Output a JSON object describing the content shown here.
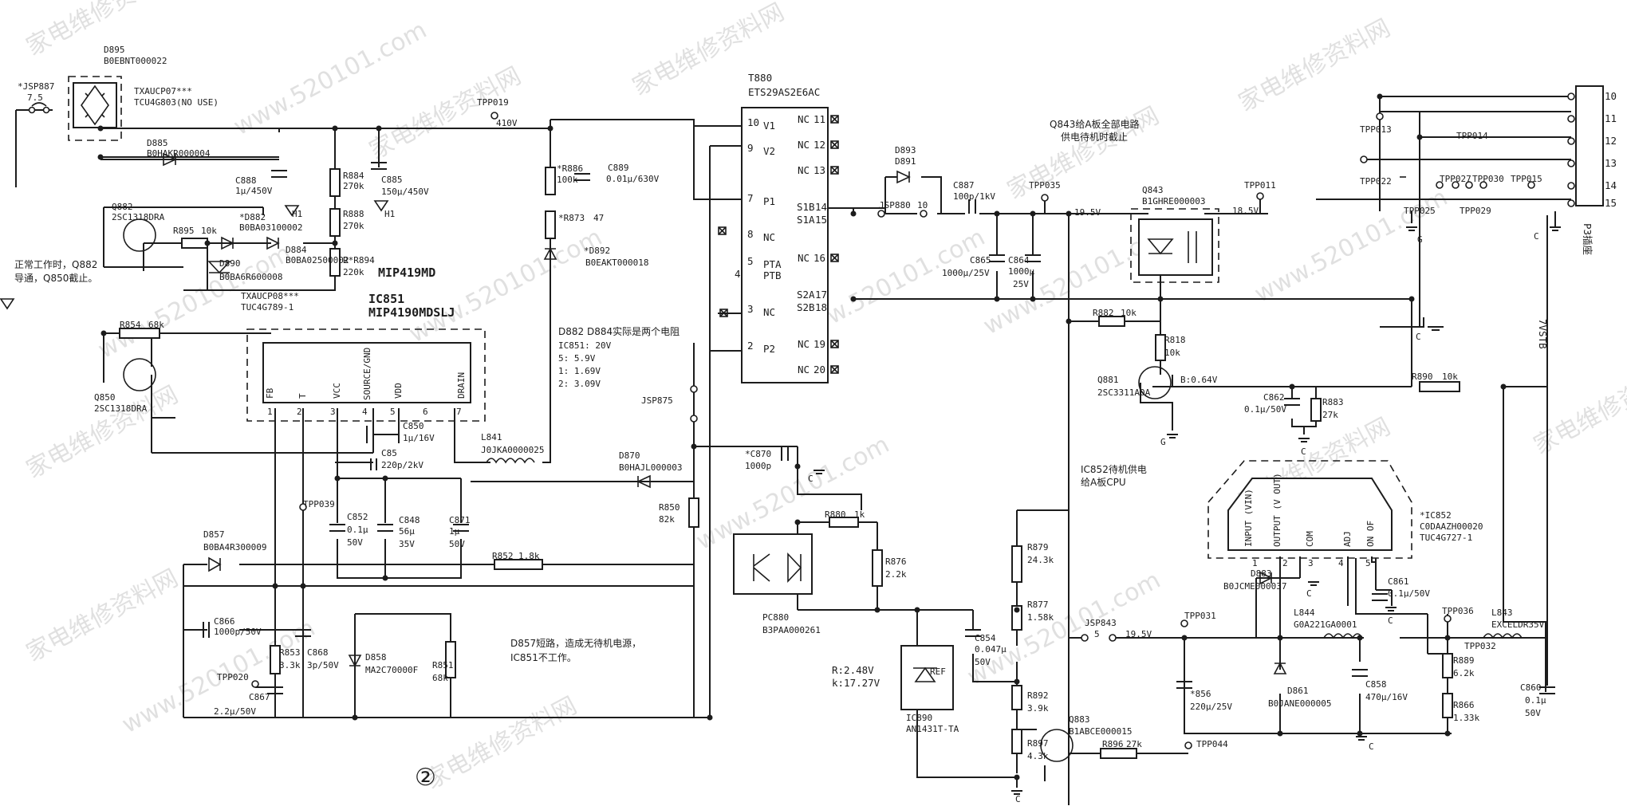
{
  "watermark": {
    "text_a": "家电维修资料网",
    "text_b": "www.520101.com"
  },
  "page_marker": "②",
  "notes": {
    "left_normal": "正常工作时，Q882",
    "left_normal_2": "导通，Q850截止。",
    "d882_title": "D882 D884实际是两个电阻",
    "ic851_vals": [
      "IC851: 20V",
      "5: 5.9V",
      "1: 1.69V",
      "2: 3.09V"
    ],
    "q843_note": "Q843给A板全部电路",
    "q843_note_2": "供电待机时截止",
    "ic852_note": "IC852待机供电",
    "ic852_note_2": "给A板CPU",
    "d857_note": "D857短路，造成无待机电源，",
    "d857_note_2": "IC851不工作。",
    "ic890_vals": "R:2.48V",
    "ic890_vals_2": "k:17.27V",
    "q881_b": "B:0.64V"
  },
  "ic851": {
    "ref": "IC851",
    "part": "MIP4190MDSLJ",
    "alt": "MIP419MD",
    "code1": "TXAUCP08***",
    "code2": "TUC4G789-1",
    "pins": [
      "FB",
      "T",
      "VCC",
      "SOURCE/GND",
      "VDD",
      "DRAIN"
    ],
    "pin_nums": [
      "1",
      "2",
      "3",
      "4",
      "5",
      "6",
      "7"
    ]
  },
  "ic852": {
    "ref": "*IC852",
    "part": "C0DAAZH00020",
    "code": "TUC4G727-1",
    "pins": [
      "INPUT (VIN)",
      "OUTPUT (V OUT)",
      "COM",
      "ADJ",
      "ON OF"
    ],
    "pin_nums": [
      "1",
      "2",
      "3",
      "4",
      "5"
    ]
  },
  "transformer": {
    "ref": "T880",
    "part": "ETS29AS2E6AC",
    "left_pins": [
      {
        "num": "10",
        "name": "V1"
      },
      {
        "num": "9",
        "name": "V2"
      },
      {
        "num": "7",
        "name": "P1"
      },
      {
        "num": "8",
        "name": "NC"
      },
      {
        "num": "5",
        "name": "PTA"
      },
      {
        "num": "4",
        "name": "PTB"
      },
      {
        "num": "3",
        "name": "NC"
      },
      {
        "num": "2",
        "name": "P2"
      }
    ],
    "right_pins": [
      {
        "num": "11",
        "name": "NC"
      },
      {
        "num": "12",
        "name": "NC"
      },
      {
        "num": "13",
        "name": "NC"
      },
      {
        "num": "14",
        "name": "S1B"
      },
      {
        "num": "15",
        "name": "S1A"
      },
      {
        "num": "16",
        "name": "NC"
      },
      {
        "num": "17",
        "name": "S2A"
      },
      {
        "num": "18",
        "name": "S2B"
      },
      {
        "num": "19",
        "name": "NC"
      },
      {
        "num": "20",
        "name": "NC"
      }
    ]
  },
  "connector": {
    "label": "P3插座",
    "pins": [
      "10",
      "11",
      "12",
      "13",
      "14",
      "15"
    ],
    "rail": "7VSTB"
  },
  "parts": {
    "d895": "D895",
    "d895_code": "B0EBNT000022",
    "txaucp07": "TXAUCP07***",
    "tcu_nouse": "TCU4G803(NO USE)",
    "jsp887": "*JSP887",
    "jsp887_v": "7.5",
    "d885": "D885",
    "d885_code": "B0HAKR000004",
    "c888": "C888",
    "c888_v": "1μ/450V",
    "r884": "R884",
    "r884_v": "270k",
    "c885": "C885",
    "c885_v": "150μ/450V",
    "r888": "R888",
    "r888_v": "270k",
    "r894": "R*R894",
    "r894_v": "220k",
    "h1a": "H1",
    "h1b": "H1",
    "q882": "Q882",
    "q882_code": "2SC1318DRA",
    "r895": "R895",
    "r895_v": "10k",
    "d882": "*D882",
    "d882_code": "B0BA03100002",
    "d884": "D884",
    "d884_code": "B0BA02500002",
    "d890": "D890",
    "d890_code": "B0BA6R600008",
    "r854": "R854",
    "r854_v": "68k",
    "q850": "Q850",
    "q850_code": "2SC1318DRA",
    "tpp019": "TPP019",
    "v410": "410V",
    "r886": "*R886",
    "r886_v": "100k",
    "c889": "C889",
    "c889_v": "0.01μ/630V",
    "r873": "*R873",
    "r873_v": "47",
    "d892": "*D892",
    "d892_code": "B0EAKT000018",
    "c850": "C850",
    "c850_v": "1μ/16V",
    "c85": "C85",
    "c85_v": "220p/2kV",
    "l841": "L841",
    "l841_code": "J0JKA0000025",
    "tpp039": "TPP039",
    "c852": "C852",
    "c852_v": "0.1μ",
    "c852_v2": "50V",
    "c848": "C848",
    "c848_v": "56μ",
    "c848_v2": "35V",
    "c871": "C871",
    "c871_v": "1μ",
    "c871_v2": "50V",
    "d857": "D857",
    "d857_code": "B0BA4R300009",
    "r852": "R852",
    "r852_v": "1.8k",
    "c866": "C866",
    "c866_v": "1000p/50V",
    "r853": "R853",
    "r853_v": "3.3k",
    "c868": "C868",
    "c868_v": "3p/50V",
    "d858": "D858",
    "d858_code": "MA2C70000F",
    "r851": "R851",
    "r851_v": "68k",
    "tpp020": "TPP020",
    "c867": "C867",
    "c867_v": "2.2μ/50V",
    "d870": "D870",
    "d870_code": "B0HAJL000003",
    "jsp875": "JSP875",
    "c870": "*C870",
    "c870_v": "1000p",
    "r850": "R850",
    "r850_v": "82k",
    "d893": "D893",
    "d891": "D891",
    "jsp880": "JSP880",
    "jsp880_v": "10",
    "c887": "C887",
    "c887_v": "100p/1kV",
    "tpp035": "TPP035",
    "v195a": "19.5V",
    "c865": "C865",
    "c865_v": "1000μ/25V",
    "c864": "C864",
    "c864_v": "1000μ",
    "c864_v2": "25V",
    "q843": "Q843",
    "q843_code": "B1GHRE000003",
    "tpp011": "TPP011",
    "v185": "18.5V",
    "r882": "R882",
    "r882_v": "10k",
    "r818": "R818",
    "r818_v": "10k",
    "q881": "Q881",
    "q881_code": "2SC3311A0A",
    "c862": "C862",
    "c862_v": "0.1μ/50V",
    "r883": "R883",
    "r883_v": "27k",
    "r890": "R890",
    "r890_v": "10k",
    "tpp013": "TPP013",
    "tpp014": "TPP014",
    "tpp022": "TPP022",
    "tpp027": "TPP027",
    "tpp030": "TPP030",
    "tpp015": "TPP015",
    "tpp025": "TPP025",
    "tpp029": "TPP029",
    "r880": "R880",
    "r880_v": "1k",
    "r876": "R876",
    "r876_v": "2.2k",
    "pc880": "PC880",
    "pc880_code": "B3PAA000261",
    "r879": "R879",
    "r879_v": "24.3k",
    "r877": "R877",
    "r877_v": "1.58k",
    "c854": "C854",
    "c854_v": "0.047μ",
    "c854_v2": "50V",
    "r892": "R892",
    "r892_v": "3.9k",
    "r897": "R897",
    "r897_v": "4.3k",
    "ic890": "IC890",
    "ic890_code": "AN1431T-TA",
    "ref": "REF",
    "q883": "Q883",
    "q883_code": "B1ABCE000015",
    "r896": "R896",
    "r896_v": "27k",
    "tpp044": "TPP044",
    "jsp843": "JSP843",
    "jsp843_v": "5",
    "v195b": "19.5V",
    "d883": "D883",
    "d883_code": "B0JCME000037",
    "c861": "C861",
    "c861_v": "0.1μ/50V",
    "tpp031": "TPP031",
    "l844": "L844",
    "l844_code": "G0A221GA0001",
    "tpp036": "TPP036",
    "l843": "L843",
    "l843_code": "EXCELDR35V",
    "tpp032": "TPP032",
    "r889": "R889",
    "r889_v": "6.2k",
    "r866": "R866",
    "r866_v": "1.33k",
    "c860": "C860",
    "c860_v": "0.1μ",
    "c860_v2": "50V",
    "c856": "*856",
    "c856_v": "220μ/25V",
    "d861": "D861",
    "d861_code": "B0JANE000005",
    "c858": "C858",
    "c858_v": "470μ/16V",
    "g": "G",
    "c": "C"
  }
}
